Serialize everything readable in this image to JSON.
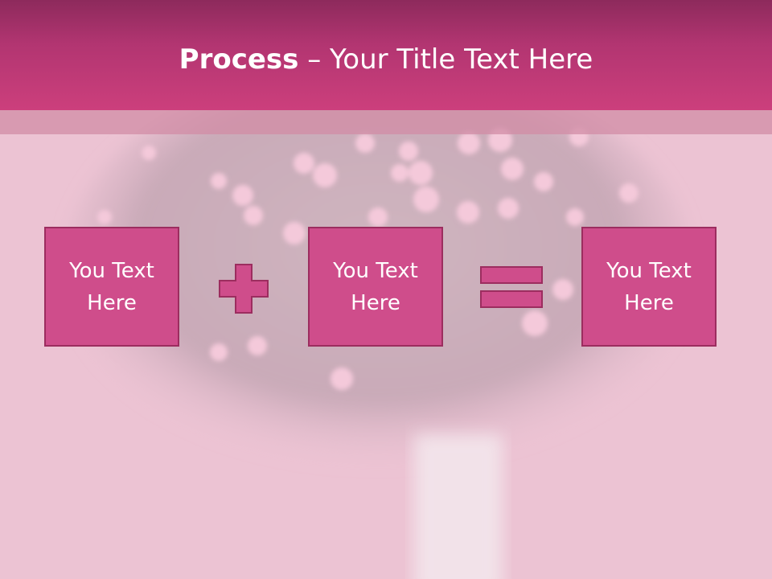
{
  "title": {
    "bold": "Process",
    "separator": " – ",
    "rest": "Your Title Text Here"
  },
  "boxes": [
    {
      "text": "You Text Here"
    },
    {
      "text": "You Text Here"
    },
    {
      "text": "You Text Here"
    }
  ],
  "operators": [
    "plus",
    "equals"
  ],
  "colors": {
    "header": "#c33a77",
    "box_fill": "#cf4d8b",
    "box_border": "#9c2d5f",
    "text": "#ffffff",
    "background": "#ecc3d3"
  }
}
